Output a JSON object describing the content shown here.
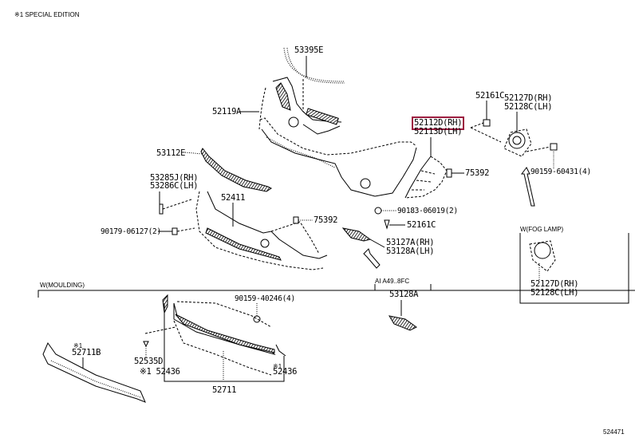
{
  "header": {
    "note": "※1 SPECIAL EDITION"
  },
  "footer": {
    "diagram_code": "524471"
  },
  "highlight_color": "#9c1d3f",
  "callouts": {
    "p53395E": "53395E",
    "p52119A": "52119A",
    "p52161C_top": "52161C",
    "p52127D_top": "52127D(RH)",
    "p52128C_top": "52128C(LH)",
    "p52112D": "52112D(RH)",
    "p52113D": "52113D(LH)",
    "p53112E": "53112E",
    "p75392_right": "75392",
    "p90159_60431": "90159-60431(4)",
    "p53285J": "53285J(RH)",
    "p53286C": "53286C(LH)",
    "p52411": "52411",
    "p75392_mid": "75392",
    "p90183": "90183-06019(2)",
    "p52161C_mid": "52161C",
    "p90179": "90179-06127(2)",
    "p53127A": "53127A(RH)",
    "p53128A_pair": "53128A(LH)",
    "p53128A": "53128A",
    "p52127D_box": "52127D(RH)",
    "p52128C_box": "52128C(LH)",
    "p90159_40246": "90159-40246(4)",
    "p52711B_mark": "※1",
    "p52711B": "52711B",
    "p52535D": "52535D",
    "p52436_left": "※1 52436",
    "p52436_right_mark": "※1",
    "p52436_right": "52436",
    "p52711": "52711"
  },
  "groups": {
    "fog_lamp": "W(FOG LAMP)",
    "molding": "W(MOULDING)",
    "variant": "AI A49..8FC"
  }
}
